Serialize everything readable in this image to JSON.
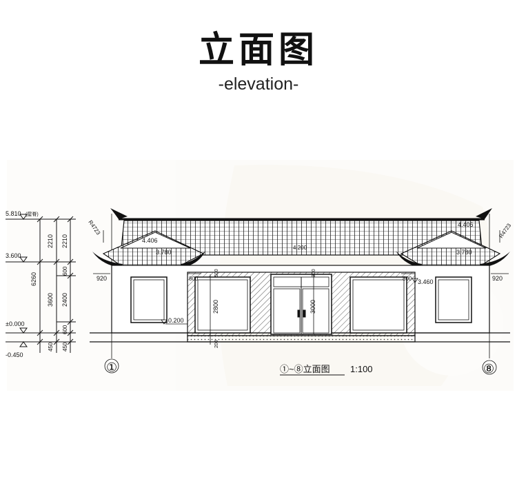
{
  "header": {
    "title": "立面图",
    "subtitle": "-elevation-"
  },
  "drawing": {
    "caption": "①~⑧立面图",
    "scale": "1:100",
    "axis_left": "①",
    "axis_right": "⑧",
    "radius_left": "R4723",
    "radius_right": "R4723",
    "levels": {
      "ridge": "5.810",
      "ridge_note": "(屋脊)",
      "eave": "3.600",
      "ground": "±0.000",
      "outdoor": "-0.450"
    },
    "dims_outer": [
      "2210",
      "3600",
      "450"
    ],
    "dims_inner": [
      "2210",
      "600",
      "2400",
      "600",
      "450"
    ],
    "dim_total": "6260",
    "tags": {
      "gable_high": "4.406",
      "gable_low": "3.780",
      "gable_right": "4.406",
      "right_low": "3.780",
      "mid": "4.200",
      "offset_left": "920",
      "offset_right": "920",
      "win_width_left": "800",
      "win_width_right": "800",
      "sill": "0.200",
      "side_level": "3.460",
      "h_window": "2800",
      "h_door": "3000",
      "door_top": "300",
      "window_top": "500",
      "base": "200"
    },
    "line_color": "#111111",
    "hatch_color": "#555555"
  }
}
